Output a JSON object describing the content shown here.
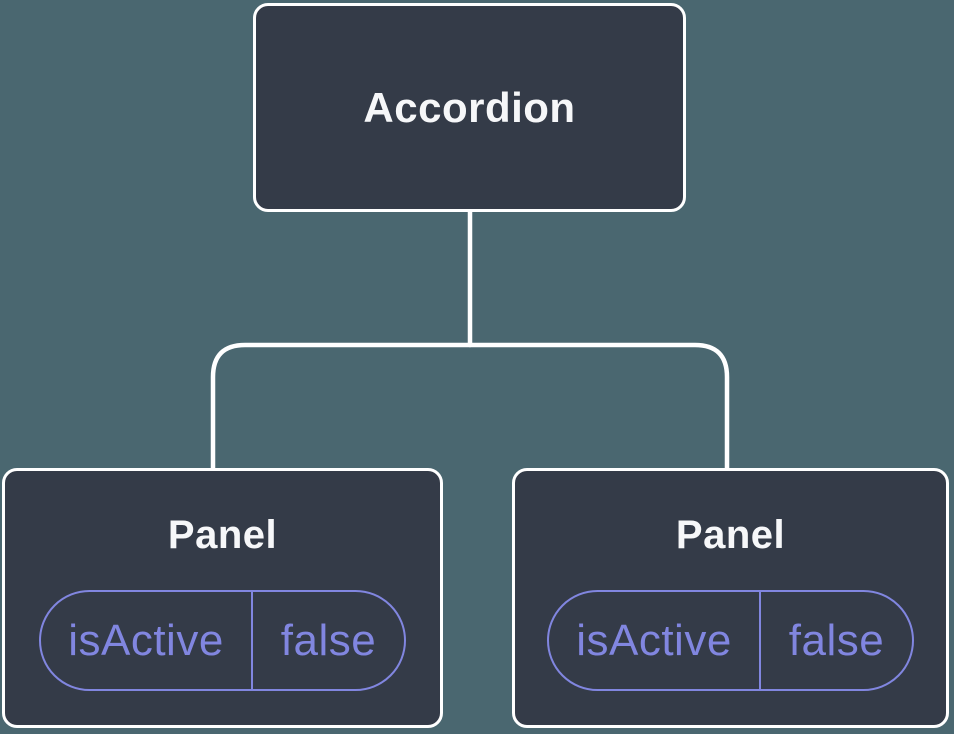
{
  "tree": {
    "root": {
      "label": "Accordion"
    },
    "children": [
      {
        "label": "Panel",
        "state": {
          "key": "isActive",
          "value": "false"
        }
      },
      {
        "label": "Panel",
        "state": {
          "key": "isActive",
          "value": "false"
        }
      }
    ]
  },
  "colors": {
    "background": "#4A6770",
    "node_fill": "#343B48",
    "node_border": "#FFFFFF",
    "title_text": "#F6F7F9",
    "state_accent": "#8186E0"
  }
}
